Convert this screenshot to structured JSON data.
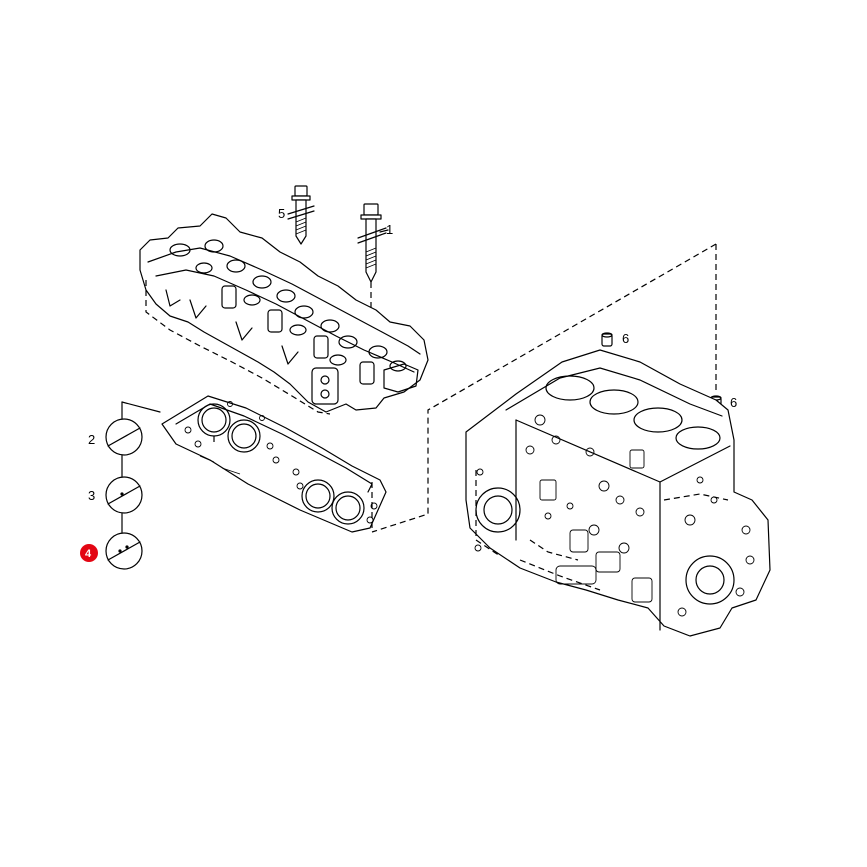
{
  "callouts": {
    "c1": "1",
    "c2": "2",
    "c3": "3",
    "c4": "4",
    "c5": "5",
    "c6a": "6",
    "c6b": "6"
  },
  "highlight": {
    "selected_callout": "4",
    "badge_color": "#e30613"
  },
  "line_color": "#000000",
  "background_color": "#ffffff"
}
